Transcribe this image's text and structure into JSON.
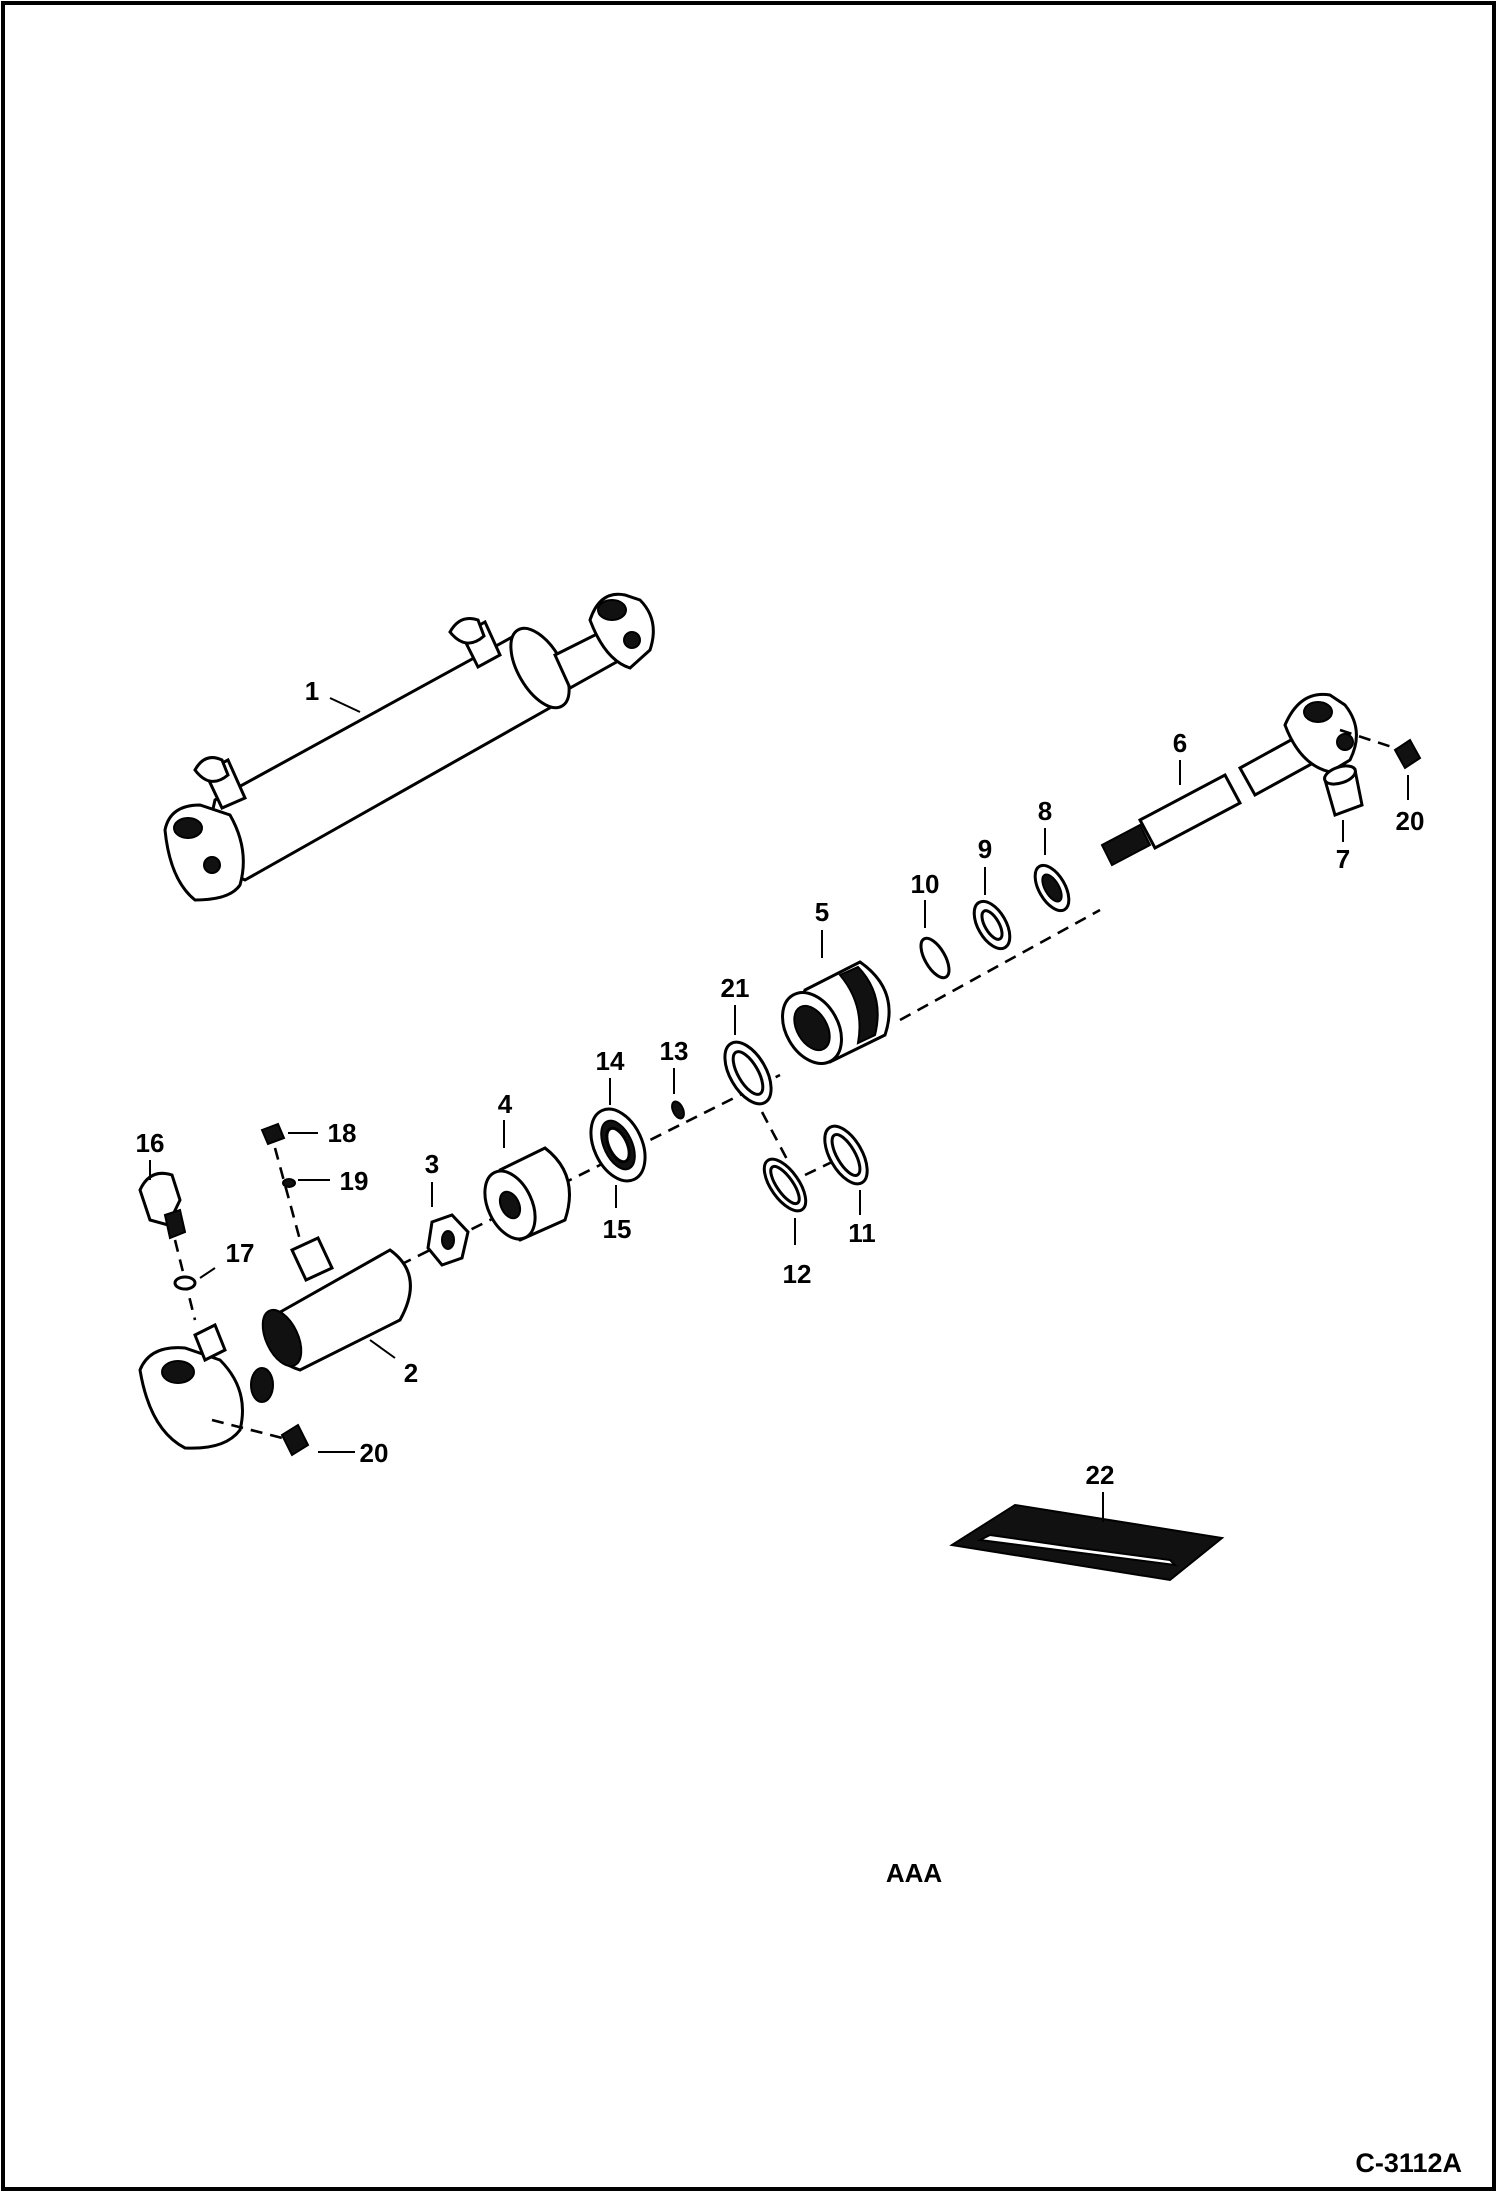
{
  "drawing": {
    "callouts": [
      "1",
      "2",
      "3",
      "4",
      "5",
      "6",
      "7",
      "8",
      "9",
      "10",
      "11",
      "12",
      "13",
      "14",
      "15",
      "16",
      "17",
      "18",
      "19",
      "20",
      "20",
      "21",
      "22"
    ],
    "center_text": "AAA",
    "figure_number": "C-3112A"
  }
}
